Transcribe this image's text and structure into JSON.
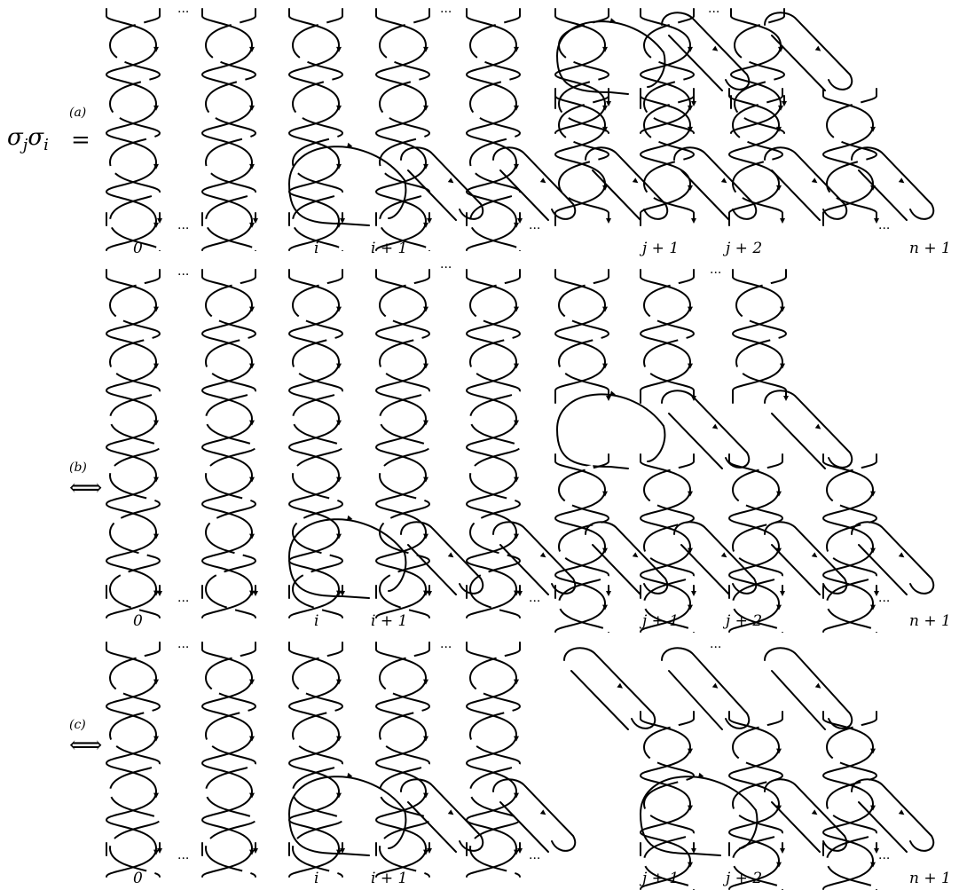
{
  "lhs": {
    "sigma": "σ",
    "sub_j": "j",
    "sub_i": "i"
  },
  "relations": [
    {
      "symbol": "=",
      "tag": "(a)"
    },
    {
      "symbol": "⟺",
      "tag": "(b)"
    },
    {
      "symbol": "⟺",
      "tag": "(c)"
    }
  ],
  "labels": {
    "zero": "0",
    "i": "i",
    "i_plus_1": "i + 1",
    "j_plus_1": "j + 1",
    "j_plus_2": "j + 2",
    "n_plus_1": "n + 1"
  },
  "ellipsis": "···"
}
